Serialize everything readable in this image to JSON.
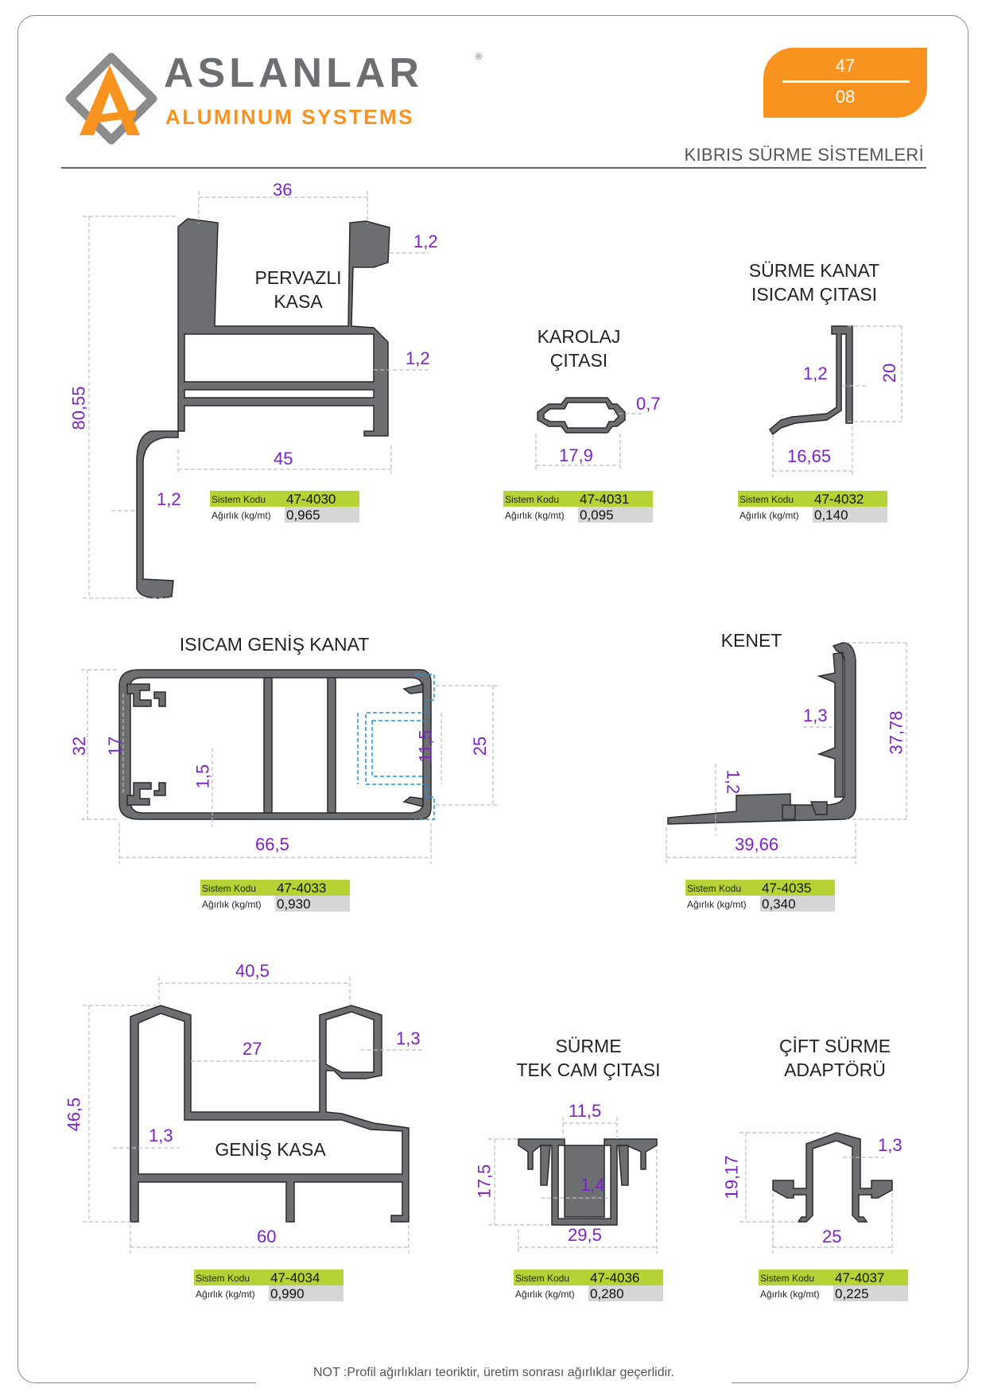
{
  "header": {
    "brand_name": "ASLANLAR",
    "brand_subtitle": "ALUMINUM SYSTEMS",
    "registered_mark": "®",
    "series_top": "47",
    "series_bottom": "08",
    "series_title": "KIBRIS SÜRME SİSTEMLERİ"
  },
  "spec_labels": {
    "code": "Sistem Kodu",
    "weight": "Ağırlık (kg/mt)"
  },
  "profiles": [
    {
      "name_line1": "PERVAZLI",
      "name_line2": "KASA",
      "code": "47-4030",
      "weight": "0,965",
      "dims": {
        "width_top": "36",
        "thickness_1": "1,2",
        "thickness_2": "1,2",
        "width": "45",
        "thickness_3": "1,2",
        "height": "80,55"
      }
    },
    {
      "name_line1": "KAROLAJ",
      "name_line2": "ÇITASI",
      "code": "47-4031",
      "weight": "0,095",
      "dims": {
        "thickness": "0,7",
        "width": "17,9"
      }
    },
    {
      "name_line1": "SÜRME KANAT",
      "name_line2": "ISICAM ÇITASI",
      "code": "47-4032",
      "weight": "0,140",
      "dims": {
        "thickness": "1,2",
        "height": "20",
        "width": "16,65"
      }
    },
    {
      "name_line1": "ISICAM GENİŞ KANAT",
      "code": "47-4033",
      "weight": "0,930",
      "dims": {
        "height": "32",
        "inner": "17",
        "thickness": "1,5",
        "width": "66,5",
        "slot": "11,5",
        "glass": "25"
      }
    },
    {
      "name_line1": "KENET",
      "code": "47-4035",
      "weight": "0,340",
      "dims": {
        "thickness_1": "1,3",
        "thickness_2": "1,2",
        "height": "37,78",
        "width": "39,66"
      }
    },
    {
      "name_line1": "GENİŞ KASA",
      "code": "47-4034",
      "weight": "0,990",
      "dims": {
        "width_top": "40,5",
        "inner": "27",
        "thickness_1": "1,3",
        "thickness_2": "1,3",
        "height": "46,5",
        "width": "60"
      }
    },
    {
      "name_line1": "SÜRME",
      "name_line2": "TEK CAM ÇITASI",
      "code": "47-4036",
      "weight": "0,280",
      "dims": {
        "top": "11,5",
        "height": "17,5",
        "thickness": "1,4",
        "width": "29,5"
      }
    },
    {
      "name_line1": "ÇİFT SÜRME",
      "name_line2": "ADAPTÖRÜ",
      "code": "47-4037",
      "weight": "0,225",
      "dims": {
        "thickness": "1,3",
        "height": "19,17",
        "width": "25"
      }
    }
  ],
  "footer_note": "NOT :Profil ağırlıkları teoriktir, üretim sonrası ağırlıklar geçerlidir.",
  "colors": {
    "accent": "#f7931e",
    "brand_grey": "#6d6e71",
    "spec_green": "#b5d334",
    "dimension": "#7b22c8"
  }
}
